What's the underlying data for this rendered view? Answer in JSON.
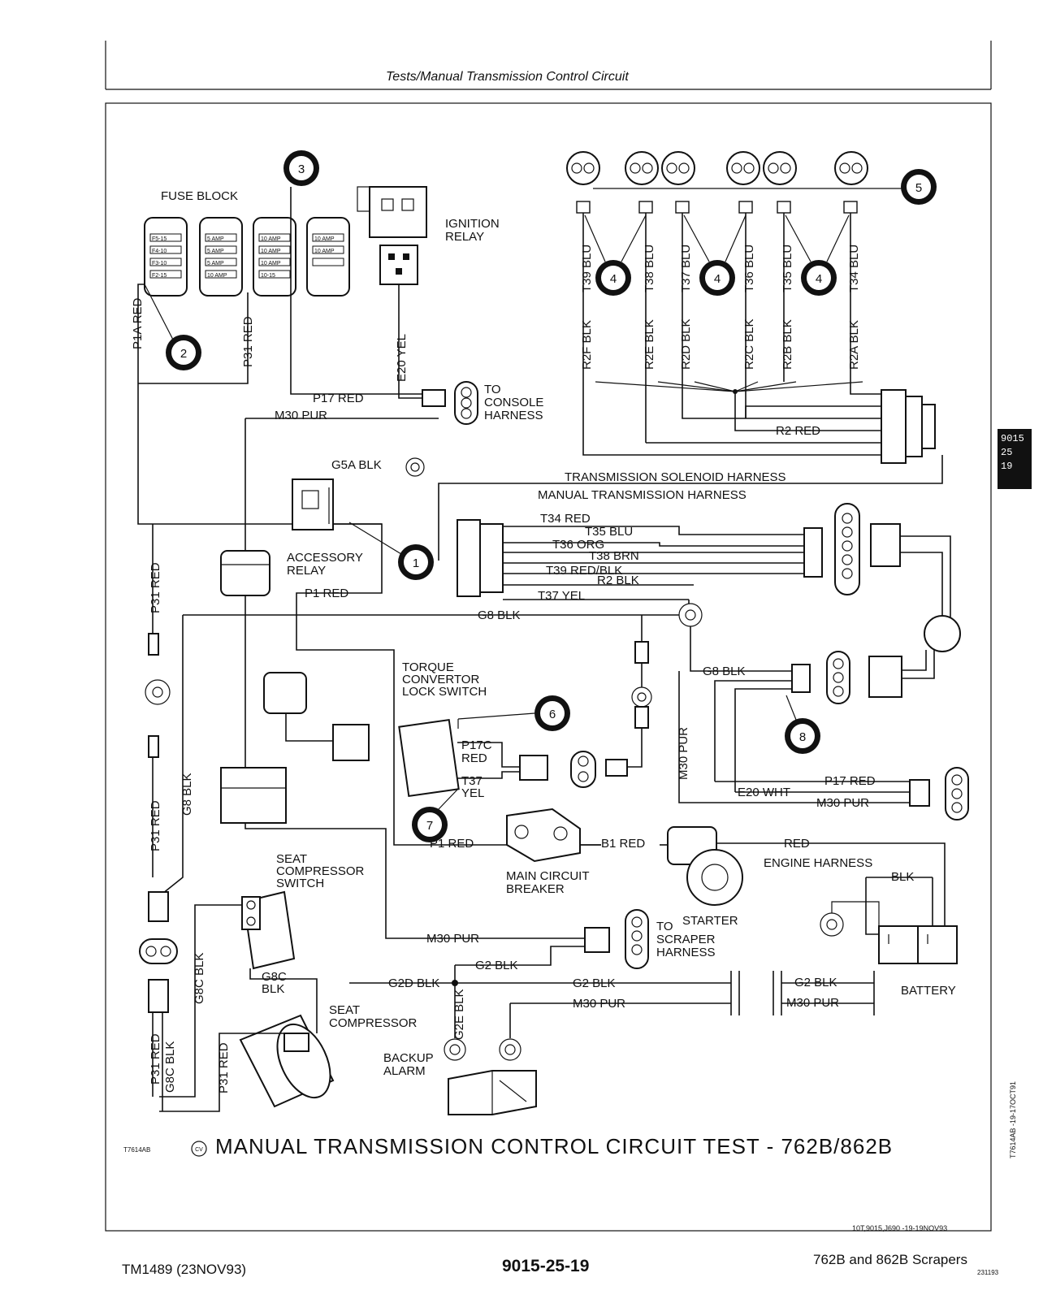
{
  "header": {
    "title": "Tests/Manual Transmission Control Circuit"
  },
  "side_tab": {
    "lines": [
      "9015",
      "25",
      "19"
    ]
  },
  "diagram": {
    "title": "MANUAL TRANSMISSION CONTROL CIRCUIT TEST - 762B/862B",
    "figure_id": "T7614AB",
    "figure_mark": "CV",
    "side_ref": "T7614AB  -19-17OCT91",
    "ref_code": "10T,9015,J690 -19-19NOV93",
    "components": {
      "fuse_block": "FUSE BLOCK",
      "ignition_relay": [
        "IGNITION",
        "RELAY"
      ],
      "console_harness": [
        "TO",
        "CONSOLE",
        "HARNESS"
      ],
      "accessory_relay": [
        "ACCESSORY",
        "RELAY"
      ],
      "transmission_solenoid_harness": "TRANSMISSION SOLENOID HARNESS",
      "manual_transmission_harness": "MANUAL TRANSMISSION HARNESS",
      "torque_converter_lock_switch": [
        "TORQUE",
        "CONVERTOR",
        "LOCK SWITCH"
      ],
      "seat_compressor_switch": [
        "SEAT",
        "COMPRESSOR",
        "SWITCH"
      ],
      "main_circuit_breaker": [
        "MAIN CIRCUIT",
        "BREAKER"
      ],
      "starter": "STARTER",
      "engine_harness": "ENGINE HARNESS",
      "scraper_harness": [
        "TO",
        "SCRAPER",
        "HARNESS"
      ],
      "battery": "BATTERY",
      "seat_compressor": [
        "SEAT",
        "COMPRESSOR"
      ],
      "backup_alarm": [
        "BACKUP",
        "ALARM"
      ]
    },
    "fuse_labels": [
      "F5-15",
      "F4-10",
      "F3-10",
      "F2-15",
      "5 AMP",
      "5 AMP",
      "5 AMP",
      "10 AMP",
      "10 AMP",
      "10 AMP",
      "10 AMP",
      "10-15",
      "10 AMP",
      "10 AMP"
    ],
    "callouts": [
      "1",
      "2",
      "3",
      "4",
      "4",
      "4",
      "5",
      "6",
      "7",
      "8"
    ],
    "wires": {
      "p1a_red": "P1A RED",
      "p31_red": "P31 RED",
      "e20_yel": "E20 YEL",
      "p17_red": "P17 RED",
      "m30_pur": "M30 PUR",
      "g5a_blk": "G5A BLK",
      "t39_blu": "T39 BLU",
      "t38_blu": "T38 BLU",
      "t37_blu": "T37 BLU",
      "t36_blu": "T36 BLU",
      "t35_blu": "T35 BLU",
      "t34_blu": "T34 BLU",
      "r2f_blk": "R2F BLK",
      "r2e_blk": "R2E BLK",
      "r2d_blk": "R2D BLK",
      "r2c_blk": "R2C BLK",
      "r2b_blk": "R2B BLK",
      "r2a_blk": "R2A BLK",
      "r2_red": "R2 RED",
      "t34_red": "T34 RED",
      "t35_blu_m": "T35 BLU",
      "t36_org": "T36 ORG",
      "t38_brn": "T38 BRN",
      "t39_red_blk": "T39 RED/BLK",
      "r2_blk": "R2 BLK",
      "t37_yel": "T37 YEL",
      "p1_red": "P1 RED",
      "g8_blk": "G8 BLK",
      "g8_blk_right": "G8 BLK",
      "m30_pur_vert": "M30 PUR",
      "p17c_red": "P17C",
      "p17c_red2": "RED",
      "t37_yel_sw": "T37",
      "t37_yel_sw2": "YEL",
      "p17_red_r": "P17 RED",
      "e20_wht": "E20 WHT",
      "m30_pur_r": "M30 PUR",
      "p1_red_b": "P1 RED",
      "b1_red": "B1 RED",
      "red_eng": "RED",
      "blk_eng": "BLK",
      "m30_pur_scr": "M30 PUR",
      "g2_blk_scr": "G2 BLK",
      "g2d_blk": "G2D BLK",
      "g2_blk_mid": "G2 BLK",
      "m30_pur_mid": "M30 PUR",
      "g2_blk_bat": "G2 BLK",
      "m30_pur_bat": "M30 PUR",
      "g2e_blk": "G2E BLK",
      "g8c_blk": "G8C BLK",
      "g8c_blk_sw": "G8C",
      "g8c_blk_sw2": "BLK",
      "p31_red_low": "P31 RED",
      "g8_blk_low": "G8 BLK",
      "p31_red_bot": "P31 RED",
      "g8c_blk_bot": "G8C BLK",
      "p31_red_bot2": "P31 RED"
    }
  },
  "footer": {
    "left": "TM1489 (23NOV93)",
    "center": "9015-25-19",
    "right": "762B and 862B Scrapers",
    "date": "231193"
  }
}
